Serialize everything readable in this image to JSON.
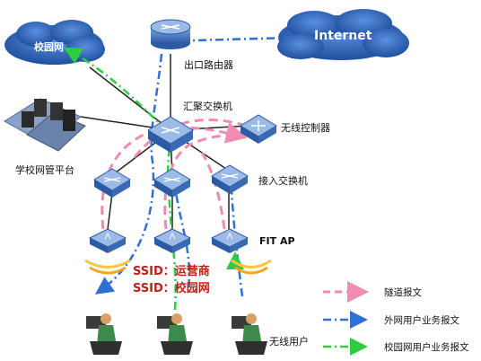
{
  "nodes": {
    "campus_network": "校园网",
    "internet": "Internet",
    "egress_router": "出口路由器",
    "aggregation_switch": "汇聚交换机",
    "wireless_controller": "无线控制器",
    "management_platform": "学校网管平台",
    "access_switch": "接入交换机",
    "fit_ap": "FIT AP",
    "wireless_users": "无线用户"
  },
  "ssids": [
    {
      "prefix": "SSID：",
      "name": "运营商"
    },
    {
      "prefix": "SSID：",
      "name": "校园网"
    }
  ],
  "legend": [
    {
      "label": "隧道报文",
      "color": "#f08bb4",
      "style": "dashed"
    },
    {
      "label": "外网用户业务报文",
      "color": "#2f6fd6",
      "style": "dash-dot"
    },
    {
      "label": "校园网用户业务报文",
      "color": "#2ecc40",
      "style": "dash-dot"
    }
  ],
  "colors": {
    "cloud": "#2d63b8",
    "device": "#3a6ab4",
    "link": "#222222",
    "ssid_text": "#c0201c"
  },
  "icons": [
    "cloud-icon",
    "router-icon",
    "switch-icon",
    "controller-icon",
    "server-rack-icon",
    "access-point-icon",
    "user-workstation-icon",
    "signal-wave-icon"
  ]
}
